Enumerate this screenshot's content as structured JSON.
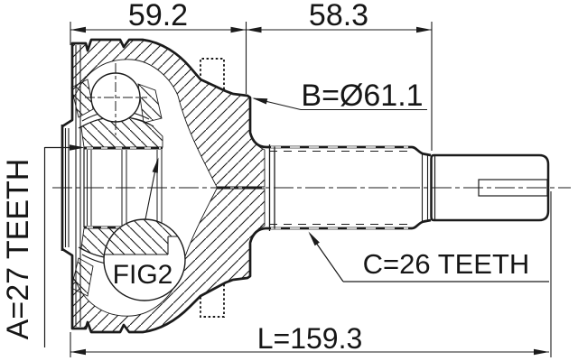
{
  "page": {
    "background": "#ffffff",
    "ink": "#1b1b1b"
  },
  "drawing": {
    "dimensions": {
      "body_width": "59.2",
      "shaft_length": "58.3",
      "overall_length": "L=159.3"
    },
    "labels": {
      "inner_spline_teeth": "A=27 TEETH",
      "boot_diameter": "B=Ø61.1",
      "shaft_spline_teeth": "C=26 TEETH",
      "detail_figure": "FIG2"
    }
  }
}
